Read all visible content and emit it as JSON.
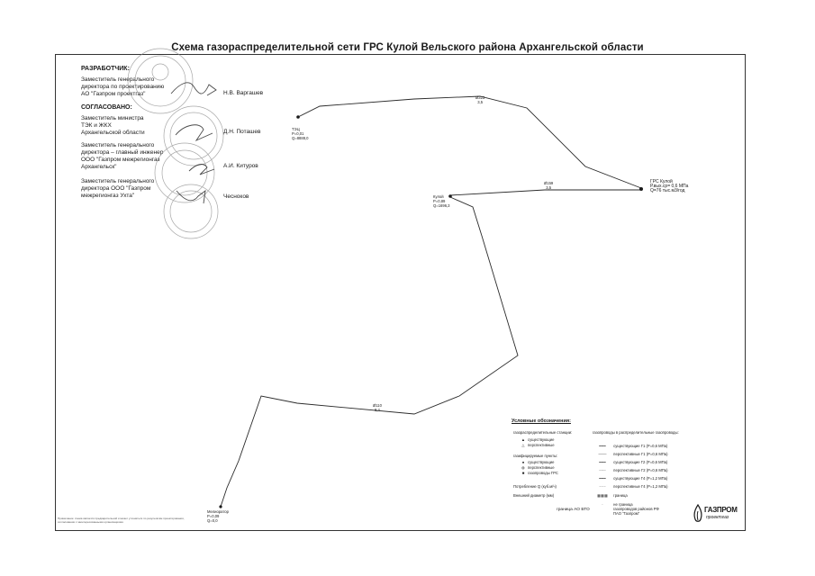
{
  "document": {
    "title": "Схема газораспределительной сети ГРС Кулой Вельского района Архангельской области"
  },
  "signatures": {
    "developer_heading": "РАЗРАБОТЧИК:",
    "developer_lines": [
      "Заместитель генерального",
      "директора по проектированию",
      "АО \"Газпром проектгаз\""
    ],
    "developer_name": "Н.В. Варгашев",
    "agreed_heading": "СОГЛАСОВАНО:",
    "minister_lines": [
      "Заместитель министра",
      "ТЭК и ЖКХ",
      "Архангельской области"
    ],
    "minister_name": "Д.Н. Поташев",
    "regional_lines": [
      "Заместитель генерального",
      "директора – главный инженер",
      "ООО \"Газпром межрегионгаз",
      "Архангельск\""
    ],
    "regional_name": "А.И. Китуров",
    "ukhta_lines": [
      "Заместитель генерального",
      "директора ООО \"Газпром",
      "межрегионгаз Ухта\""
    ],
    "ukhta_name": "Чесноков"
  },
  "map": {
    "node_top_lines": [
      "ТЭЦ",
      "Р=0,01",
      "Q=8888,0"
    ],
    "pipe_top_label": [
      "Ø323",
      "3,5"
    ],
    "kuloy_lines": [
      "Кулой",
      "Р=0,89",
      "Q=1696,3"
    ],
    "pipe_mid_label": [
      "Ø159",
      "3,5"
    ],
    "grs_lines": [
      "ГРС Кулой",
      "Р.вых.ср= 0,6 МПа",
      "Q=76 тыс.м3/год"
    ],
    "pipe_low_label": [
      "Ø110",
      "8,4"
    ],
    "south_lines": [
      "Мелиоратор",
      "Р=0,09",
      "Q=0,0"
    ]
  },
  "legend": {
    "heading": "Условные обозначения:",
    "gds_heading": "газораспределительные станции:",
    "gds_items": [
      "существующие",
      "перспективные"
    ],
    "gas_points_heading": "газифицируемые пункты:",
    "gas_points_items": [
      "существующие",
      "перспективные",
      "газопроводы ГРС"
    ],
    "pipes_heading": "газопроводы в распределительные газопроводы:",
    "pipe_items": [
      "существующие Г1 (Р=0,6 МПа)",
      "перспективные Г1 (Р=0,6 МПа)",
      "существующие Г2 (Р=0,6 МПа)",
      "перспективные Г2 (Р=0,6 МПа)",
      "существующие Г4 (Р=1,2 МПа)",
      "перспективные Г4 (Р=1,2 МПа)"
    ],
    "consumption_label": "Потребление Q (куб.м/ч)",
    "pressure_label": "Внешний диаметр (мм)",
    "boundary_label": "граница",
    "border_note": [
      "не граница",
      "газопроводов районов РФ",
      "ПАО \"Газпром\""
    ],
    "scale_label": "граница АО БТО"
  },
  "footer": {
    "fine_print": "Примечание: схема является предварительной и может уточняться по результатам проектирования, согласования с заинтересованными организациями."
  },
  "logo": {
    "word": "ГАЗПРОМ",
    "sub": "проектгаз"
  },
  "colors": {
    "ink": "#1a1a1a",
    "stamp": "#8a8a8a",
    "signature": "#2a2a2a"
  }
}
